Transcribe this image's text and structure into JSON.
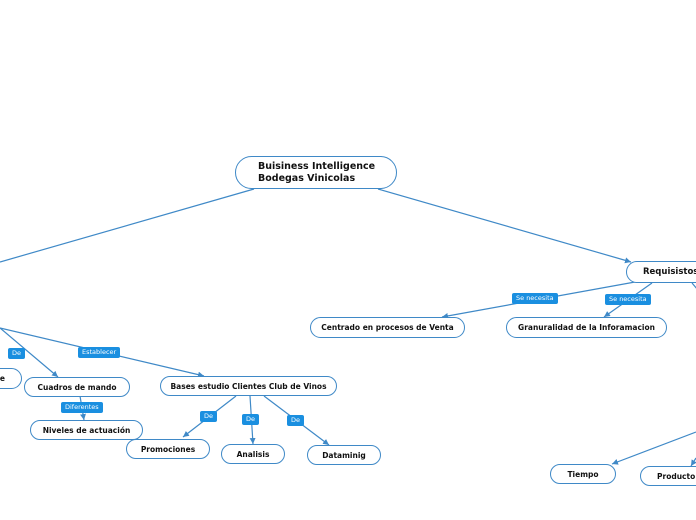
{
  "colors": {
    "edge": "#3f89c7",
    "node_border": "#3f89c7",
    "tag_bg": "#1a8fe0",
    "tag_text": "#ffffff"
  },
  "root": {
    "line1": "Buisiness Intelligence",
    "line2": "Bodegas Vinicolas"
  },
  "nodes": {
    "requisitos": "Requisistos",
    "centrado": "Centrado en procesos de Venta",
    "granuralidad": "Granuralidad de la Inforamacion",
    "partial_left": "e",
    "cuadros": "Cuadros de mando",
    "niveles": "Niveles de actuación",
    "bases": "Bases estudio Clientes Club de Vinos",
    "promociones": "Promociones",
    "analisis": "Analisis",
    "dataminig": "Dataminig",
    "tiempo": "Tiempo",
    "producto": "Producto"
  },
  "tags": {
    "se_necesita_1": "Se necesita",
    "se_necesita_2": "Se necesita",
    "de_1": "De",
    "establecer": "Establecer",
    "diferentes": "Diferentes",
    "de_promo": "De",
    "de_analisis": "De",
    "de_data": "De"
  }
}
